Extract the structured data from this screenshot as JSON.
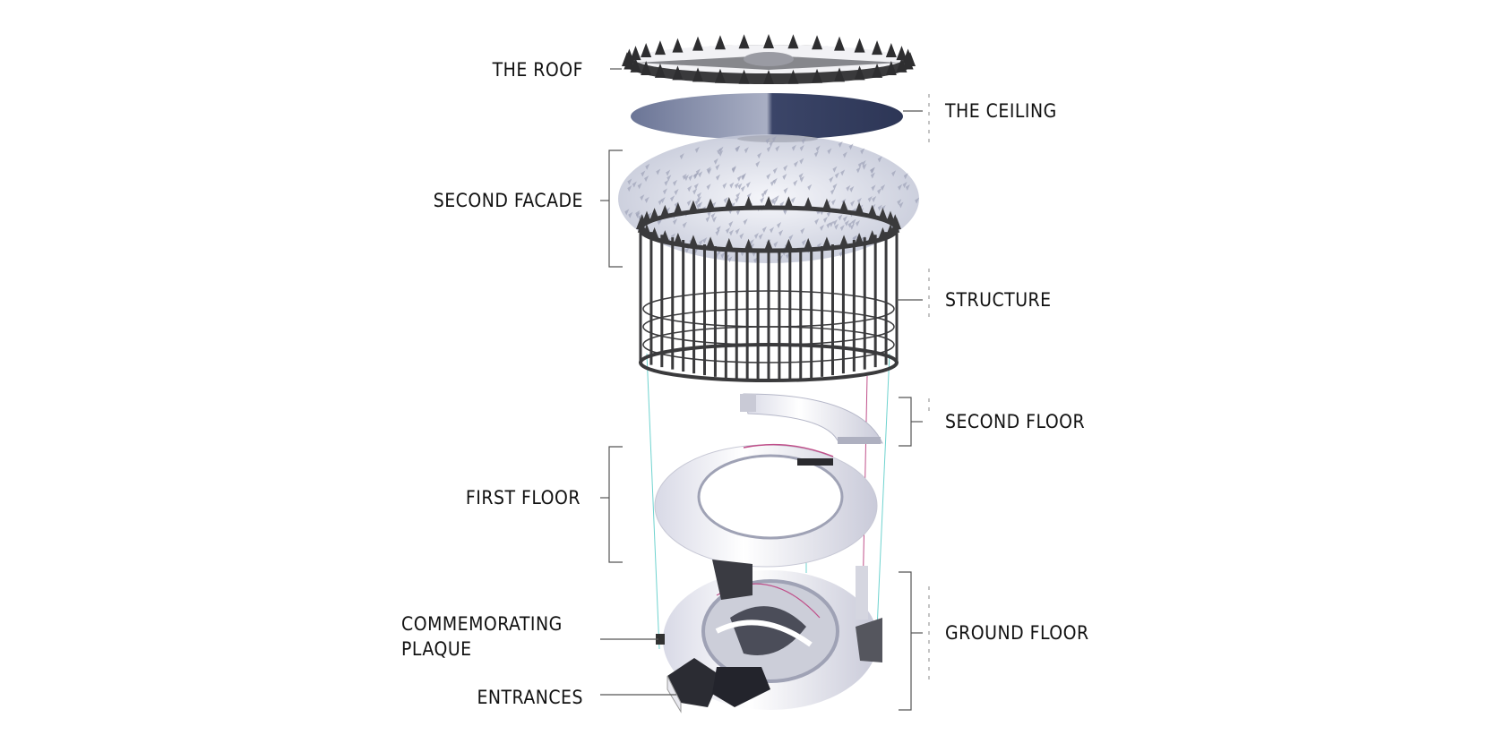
{
  "labels": {
    "roof": "THE ROOF",
    "ceiling": "THE CEILING",
    "second_facade": "SECOND FACADE",
    "structure": "STRUCTURE",
    "second_floor": "SECOND FLOOR",
    "first_floor": "FIRST FLOOR",
    "plaque_line1": "COMMEMORATING",
    "plaque_line2": "PLAQUE",
    "entrances": "ENTRANCES",
    "ground_floor": "GROUND FLOOR"
  },
  "colors": {
    "structure": "#3a3a3c",
    "ceiling": "#4a5577",
    "floor": "#e6e7f0",
    "guide_line": "#6fd3cf",
    "accent_line": "#c0508a",
    "leader": "#555555"
  }
}
